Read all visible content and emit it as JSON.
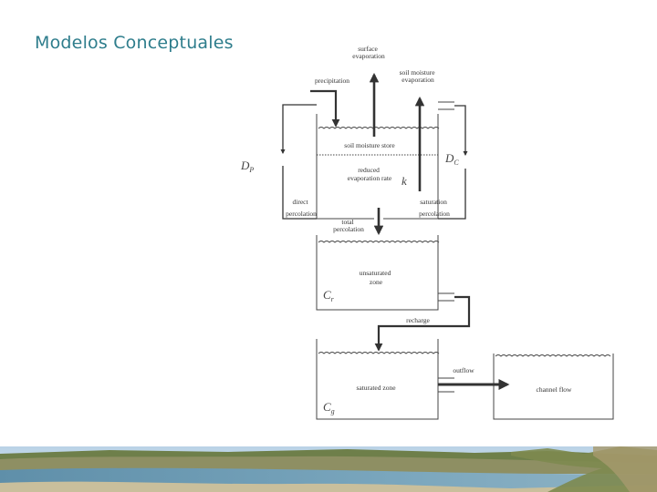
{
  "slide": {
    "title": "Modelos Conceptuales"
  },
  "diagram": {
    "labels": {
      "surface_evaporation_1": "surface",
      "surface_evaporation_2": "evaporation",
      "soil_moisture_evaporation_1": "soil moisture",
      "soil_moisture_evaporation_2": "evaporation",
      "precipitation": "precipitation",
      "soil_moisture_store": "soil moisture store",
      "reduced_evaporation_rate_1": "reduced",
      "reduced_evaporation_rate_2": "evaporation rate",
      "direct_percolation_1": "direct",
      "direct_percolation_2": "percolation",
      "saturation_percolation_1": "saturation",
      "saturation_percolation_2": "percolation",
      "total_percolation_1": "total",
      "total_percolation_2": "percolation",
      "unsaturated_zone_1": "unsaturated",
      "unsaturated_zone_2": "zone",
      "recharge": "recharge",
      "outflow": "outflow",
      "saturated_zone": "saturated zone",
      "channel_flow": "channel flow"
    },
    "symbols": {
      "dp": "D",
      "dp_sub": "P",
      "dc": "D",
      "dc_sub": "C",
      "k": "k",
      "cr": "C",
      "cr_sub": "r",
      "cg": "C",
      "cg_sub": "g"
    }
  },
  "colors": {
    "title": "#2e7d8c",
    "line": "#444444",
    "arrow": "#333333"
  }
}
